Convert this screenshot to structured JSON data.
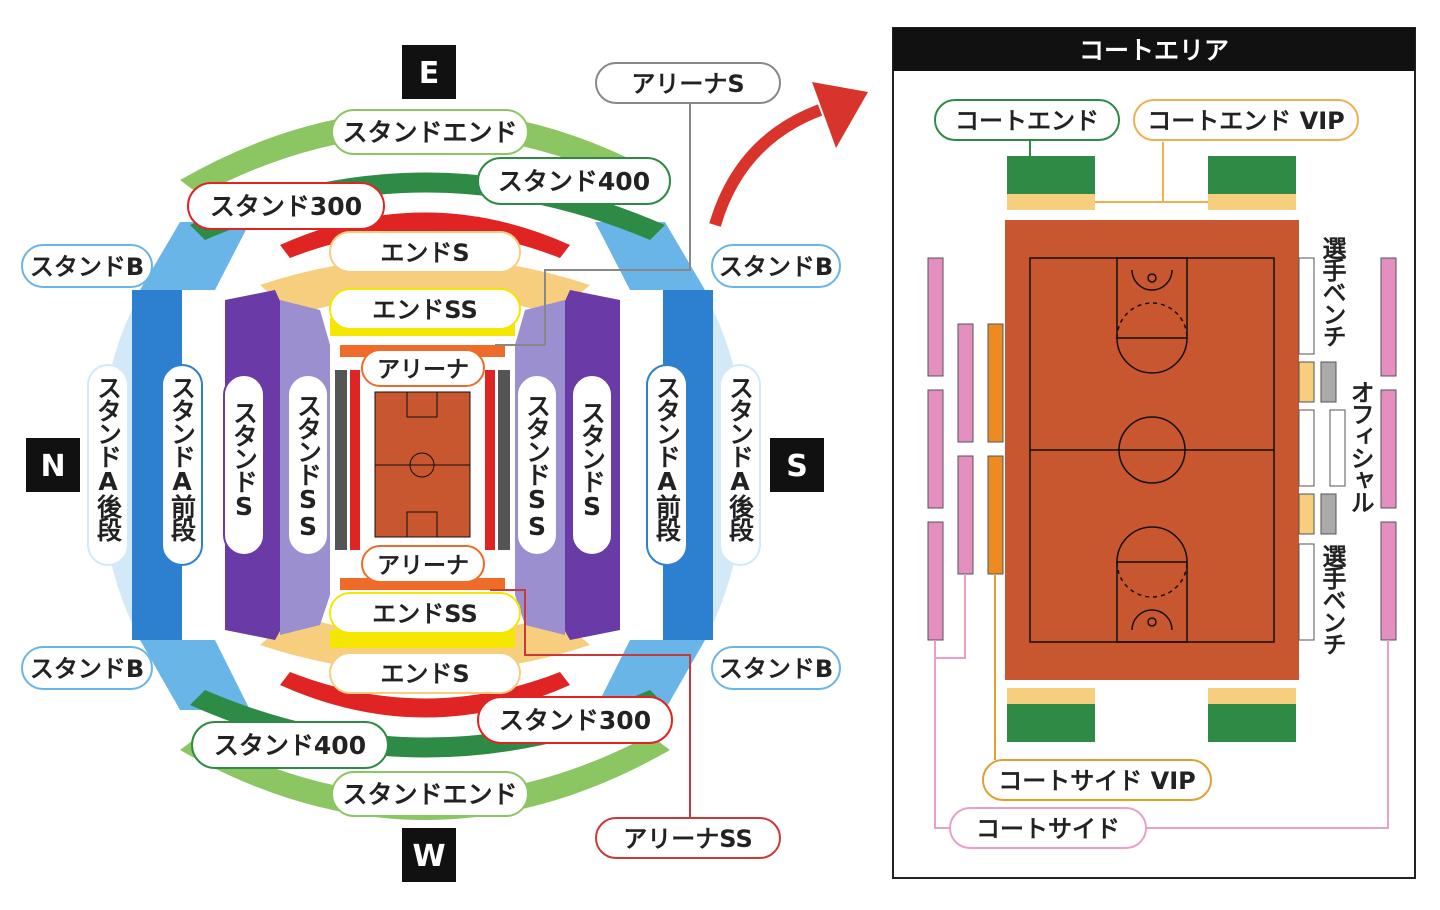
{
  "compass": {
    "east": "E",
    "west": "W",
    "north": "N",
    "south": "S"
  },
  "labels": {
    "stand_end": "スタンドエンド",
    "stand_400": "スタンド400",
    "stand_300": "スタンド300",
    "stand_b": "スタンドB",
    "end_s": "エンドS",
    "end_ss": "エンドSS",
    "arena": "アリーナ",
    "arena_s": "アリーナS",
    "arena_ss": "アリーナSS",
    "stand_a_back": "スタンドA後段",
    "stand_a_front": "スタンドA前段",
    "stand_s": "スタンドS",
    "stand_ss": "スタンドSS"
  },
  "court_area": {
    "title": "コートエリア",
    "court_end": "コートエンド",
    "court_end_vip": "コートエンド VIP",
    "court_side_vip": "コートサイド VIP",
    "court_side": "コートサイド",
    "player_bench": "選手ベンチ",
    "official": "オフィシャル"
  },
  "colors": {
    "stand_end": "#8cc663",
    "stand_400": "#2e8b45",
    "stand_300": "#e02424",
    "stand_b": "#6ab5e8",
    "stand_a_front": "#2d7fcf",
    "stand_a_back": "#d2eaf8",
    "end_s": "#f7cd7e",
    "end_ss": "#f5e600",
    "stand_s": "#6a3aa6",
    "stand_ss": "#9b8fd0",
    "arena": "#ee6b2a",
    "court": "#c8562f",
    "court_side": "#e48fc0",
    "court_side_vip": "#ee8a22",
    "accent_arrow": "#d8342c"
  }
}
